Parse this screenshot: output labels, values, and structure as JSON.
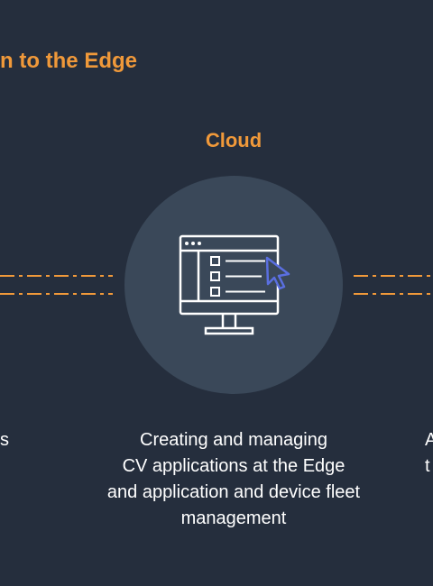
{
  "title": "n to the Edge",
  "heading": "Cloud",
  "description_lines": [
    "Creating and managing",
    "CV applications at the Edge",
    "and application and device fleet",
    "management"
  ],
  "left_fragment": "s",
  "right_fragment_lines": [
    "A",
    "t"
  ],
  "colors": {
    "background": "#252e3d",
    "accent": "#f0993a",
    "circle": "#3a4859",
    "icon_stroke": "#ffffff",
    "cursor": "#5a6fe0"
  },
  "icons": {
    "center": "computer-monitor-with-checklist-and-cursor-icon"
  }
}
